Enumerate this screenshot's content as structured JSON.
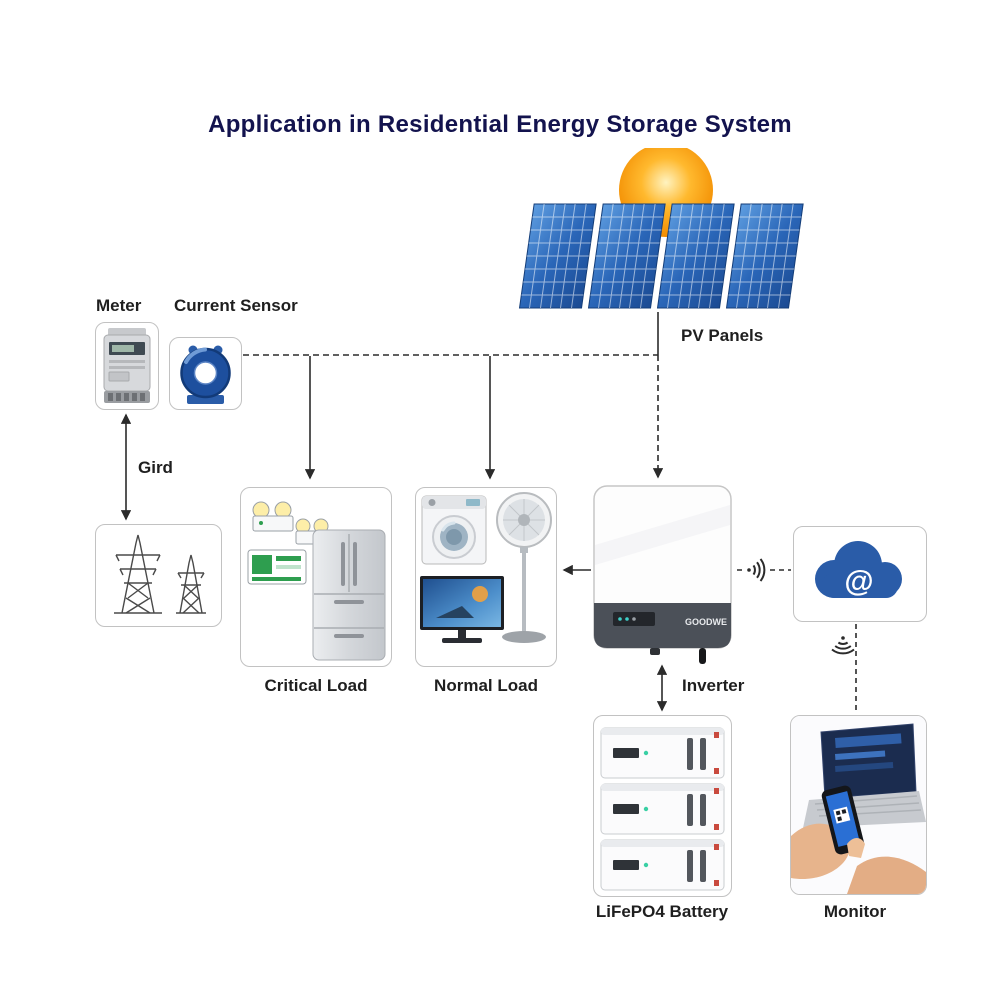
{
  "title": "Application in Residential Energy Storage System",
  "nodes": {
    "pv_panels": {
      "label": "PV Panels",
      "icon": "solar-panels-sun-icon"
    },
    "meter": {
      "label": "Meter",
      "icon": "energy-meter-icon"
    },
    "current_sensor": {
      "label": "Current Sensor",
      "icon": "current-transformer-icon"
    },
    "grid": {
      "label": "Gird",
      "icon": "transmission-towers-icon"
    },
    "critical_load": {
      "label": "Critical Load",
      "icon": "emergency-light-fridge-icon"
    },
    "normal_load": {
      "label": "Normal Load",
      "icon": "washer-fan-tv-icon"
    },
    "inverter": {
      "label": "Inverter",
      "brand": "GOODWE",
      "icon": "hybrid-inverter-icon"
    },
    "cloud": {
      "symbol": "@",
      "icon": "cloud-icon"
    },
    "battery": {
      "label": "LiFePO4 Battery",
      "icon": "battery-stack-icon"
    },
    "monitor": {
      "label": "Monitor",
      "icon": "laptop-phone-monitoring-icon"
    }
  },
  "connections": {
    "style": "dashed-communication-and-solid-power-arrows",
    "wifi_icon": "wifi-signal-icon"
  },
  "colors": {
    "title": "#13134e",
    "label": "#1f1f1f",
    "line": "#2b2b2b",
    "box_border": "#c2c2c2",
    "panel_blue": "#2f6fc0",
    "panel_blue_dark": "#1b4a92",
    "sun_orange": "#f59b00",
    "cloud_blue": "#2a5ca8",
    "sensor_blue": "#1d4f9e",
    "exit_green": "#2e9e4f"
  }
}
